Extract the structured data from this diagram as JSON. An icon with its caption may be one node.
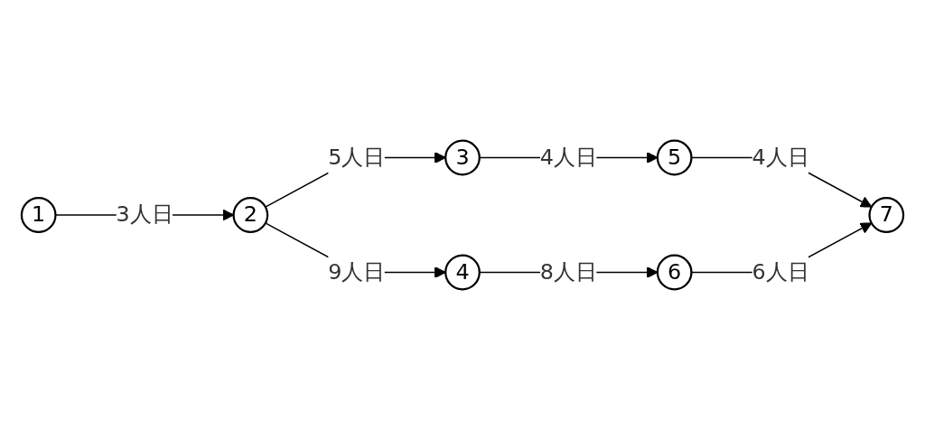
{
  "diagram": {
    "nodes": [
      {
        "text": [
          "1"
        ]
      },
      {
        "text": [
          "2"
        ]
      },
      {
        "text": [
          "3"
        ]
      },
      {
        "text": [
          "4"
        ]
      },
      {
        "text": [
          "5"
        ]
      },
      {
        "text": [
          "6"
        ]
      },
      {
        "text": [
          "7"
        ]
      }
    ],
    "edges": [
      {
        "from": 0,
        "to": 1,
        "arrow": "to",
        "label": "3人日"
      },
      {
        "from": 1,
        "to": 2,
        "arrow": "to",
        "label": "5人日"
      },
      {
        "from": 1,
        "to": 3,
        "arrow": "to",
        "label": "9人日"
      },
      {
        "from": 2,
        "to": 4,
        "arrow": "to",
        "label": "4人日"
      },
      {
        "from": 3,
        "to": 5,
        "arrow": "to",
        "label": "8人日"
      },
      {
        "from": 4,
        "to": 6,
        "arrow": "to",
        "label": "4人日"
      },
      {
        "from": 5,
        "to": 6,
        "arrow": "to",
        "label": "6人日"
      }
    ]
  }
}
